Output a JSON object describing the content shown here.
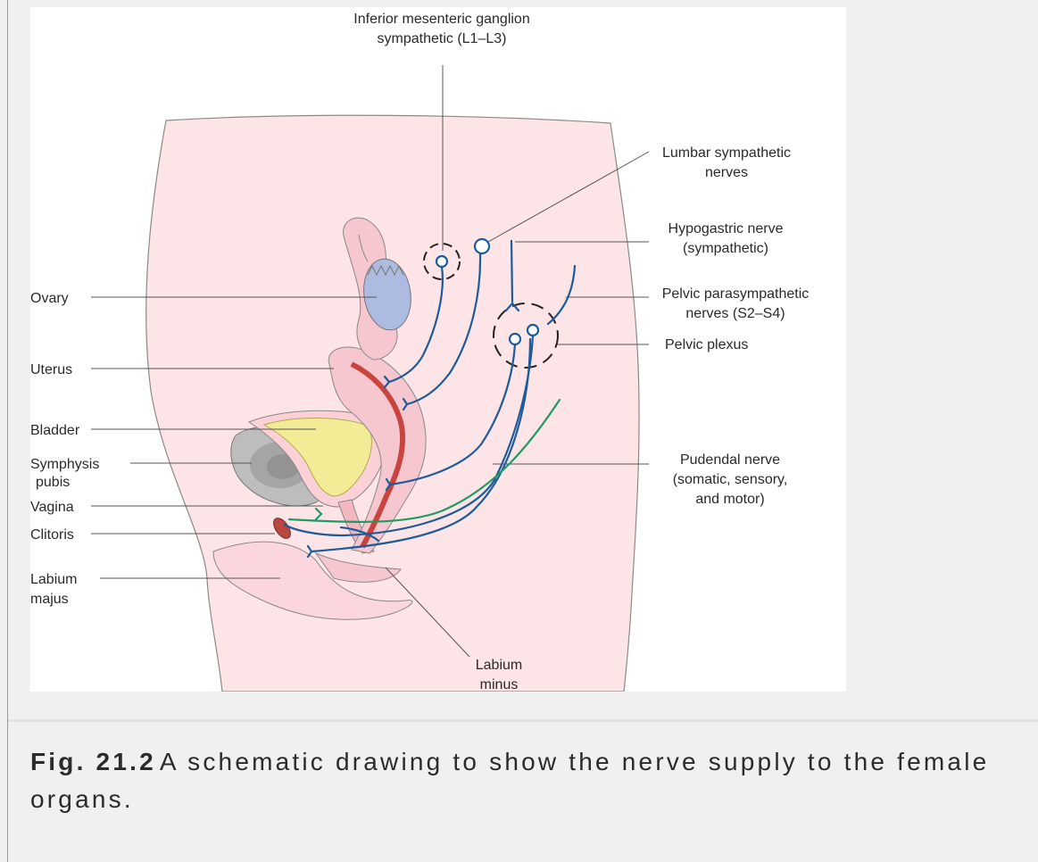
{
  "figure": {
    "labels": {
      "inferior_mesenteric_1": "Inferior mesenteric ganglion",
      "inferior_mesenteric_2": "sympathetic (L1–L3)",
      "lumbar_1": "Lumbar sympathetic",
      "lumbar_2": "nerves",
      "hypogastric_1": "Hypogastric nerve",
      "hypogastric_2": "(sympathetic)",
      "pelvic_para_1": "Pelvic parasympathetic",
      "pelvic_para_2": "nerves (S2–S4)",
      "pelvic_plexus": "Pelvic plexus",
      "pudendal_1": "Pudendal nerve",
      "pudendal_2": "(somatic, sensory,",
      "pudendal_3": "and motor)",
      "ovary": "Ovary",
      "uterus": "Uterus",
      "bladder": "Bladder",
      "symphysis_1": "Symphysis",
      "symphysis_2": "pubis",
      "vagina": "Vagina",
      "clitoris": "Clitoris",
      "labium_majus_1": "Labium",
      "labium_majus_2": "majus",
      "labium_minus_1": "Labium",
      "labium_minus_2": "minus"
    },
    "colors": {
      "body": "#fde4e6",
      "organ_pink": "#f7c7cf",
      "ovary": "#aebbe0",
      "bladder": "#f3ec97",
      "bone": "#b9b9b9",
      "uterus_lining": "#c9443f",
      "sympathetic_nerve": "#1d5b9b",
      "pudendal_nerve": "#1f9a63"
    }
  },
  "caption": {
    "figure_number": "Fig. 21.2",
    "text": "A schematic drawing to show the nerve supply to the female organs."
  }
}
